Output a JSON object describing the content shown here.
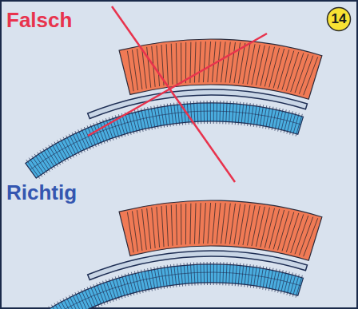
{
  "diagram": {
    "nodes": [
      {
        "text": [
          "14"
        ]
      }
    ],
    "labels": [
      "Falsch",
      "Richtig"
    ]
  }
}
